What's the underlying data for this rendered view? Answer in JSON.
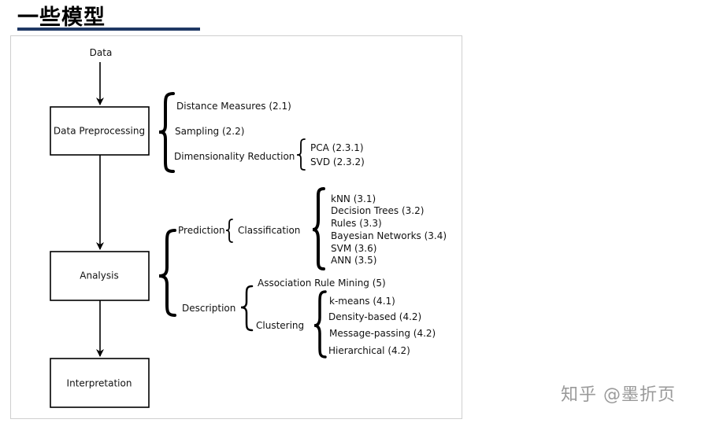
{
  "slide": {
    "title": "一些模型",
    "watermark": "知乎 @墨折页"
  },
  "diagram": {
    "input_label": "Data",
    "stages": {
      "preprocessing": "Data Preprocessing",
      "analysis": "Analysis",
      "interpretation": "Interpretation"
    },
    "preprocessing": {
      "items": [
        "Distance Measures (2.1)",
        "Sampling (2.2)",
        "Dimensionality Reduction"
      ],
      "dimensionality_reduction": [
        "PCA (2.3.1)",
        "SVD (2.3.2)"
      ]
    },
    "analysis": {
      "prediction": {
        "label": "Prediction",
        "classification": {
          "label": "Classification",
          "methods": [
            "kNN (3.1)",
            "Decision Trees (3.2)",
            "Rules (3.3)",
            "Bayesian Networks (3.4)",
            "SVM (3.6)",
            "ANN (3.5)"
          ]
        }
      },
      "description": {
        "label": "Description",
        "association": "Association Rule Mining (5)",
        "clustering": {
          "label": "Clustering",
          "methods": [
            "k-means (4.1)",
            "Density-based (4.2)",
            "Message-passing (4.2)",
            "Hierarchical (4.2)"
          ]
        }
      }
    }
  }
}
